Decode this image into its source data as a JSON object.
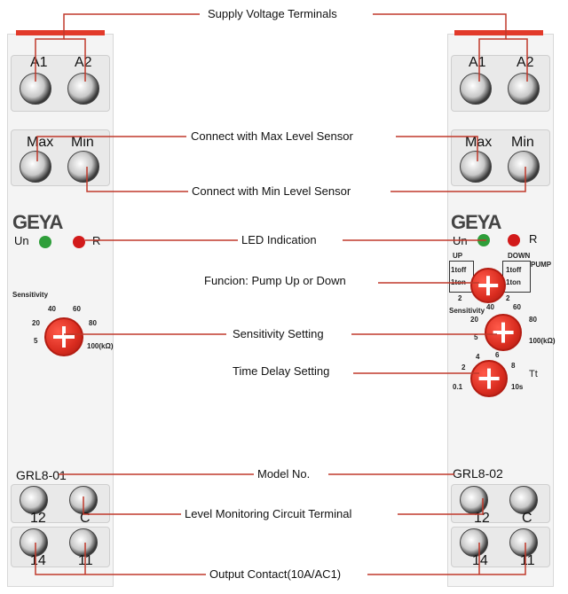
{
  "callouts": {
    "supply": "Supply Voltage Terminals",
    "max_sensor": "Connect with Max Level Sensor",
    "min_sensor": "Connect with Min Level Sensor",
    "led": "LED Indication",
    "function": "Funcion: Pump Up or Down",
    "sensitivity": "Sensitivity Setting",
    "time_delay": "Time Delay Setting",
    "model": "Model No.",
    "level_circuit": "Level Monitoring Circuit Terminal",
    "output": "Output Contact(10A/AC1)"
  },
  "left": {
    "a1": "A1",
    "a2": "A2",
    "max": "Max",
    "min": "Min",
    "logo": "GEYA",
    "un": "Un",
    "r": "R",
    "sensitivity_label": "Sensitivity",
    "scale": [
      "5",
      "20",
      "40",
      "60",
      "80",
      "100(kΩ)"
    ],
    "model": "GRL8-01",
    "t12": "12",
    "tc": "C",
    "t14": "14",
    "t11": "11"
  },
  "right": {
    "a1": "A1",
    "a2": "A2",
    "max": "Max",
    "min": "Min",
    "logo": "GEYA",
    "un": "Un",
    "r": "R",
    "up": "UP",
    "down": "DOWN",
    "pump": "PUMP",
    "func_scale": [
      "1toff",
      "1ton",
      "2",
      "1toff",
      "1ton",
      "2"
    ],
    "sensitivity_label": "Sensitivity",
    "scale": [
      "5",
      "20",
      "40",
      "60",
      "80",
      "100(kΩ)"
    ],
    "time_scale": [
      "0.1",
      "2",
      "4",
      "6",
      "8",
      "10s"
    ],
    "tt": "Tt",
    "model": "GRL8-02",
    "t12": "12",
    "tc": "C",
    "t14": "14",
    "t11": "11"
  },
  "colors": {
    "leader": "#c0392b",
    "knob": "#d92c1f",
    "led_green": "#2e9e3a",
    "led_red": "#d21a1a"
  }
}
